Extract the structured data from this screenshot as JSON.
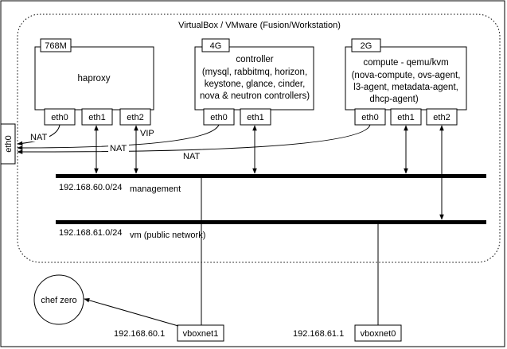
{
  "host_title": "VirtualBox / VMware (Fusion/Workstation)",
  "host_nic": "eth0",
  "nodes": {
    "haproxy": {
      "memory": "768M",
      "name": "haproxy",
      "nics": [
        "eth0",
        "eth1",
        "eth2"
      ],
      "vip_label": "VIP"
    },
    "controller": {
      "memory": "4G",
      "lines": [
        "controller",
        "(mysql, rabbitmq, horizon,",
        "keystone, glance, cinder,",
        "nova & neutron controllers)"
      ],
      "nics": [
        "eth0",
        "eth1"
      ]
    },
    "compute": {
      "memory": "2G",
      "lines": [
        "compute - qemu/kvm",
        "(nova-compute, ovs-agent,",
        "l3-agent, metadata-agent,",
        "dhcp-agent)"
      ],
      "nics": [
        "eth0",
        "eth1",
        "eth2"
      ]
    }
  },
  "nat_labels": [
    "NAT",
    "NAT",
    "NAT"
  ],
  "networks": {
    "management": {
      "cidr": "192.168.60.0/24",
      "name": "management"
    },
    "vm": {
      "cidr": "192.168.61.0/24",
      "name": "vm (public network)"
    }
  },
  "host_only": [
    {
      "ip": "192.168.60.1",
      "name": "vboxnet1"
    },
    {
      "ip": "192.168.61.1",
      "name": "vboxnet0"
    }
  ],
  "chef_zero": "chef zero",
  "colors": {
    "line": "#000000",
    "background": "#ffffff"
  }
}
